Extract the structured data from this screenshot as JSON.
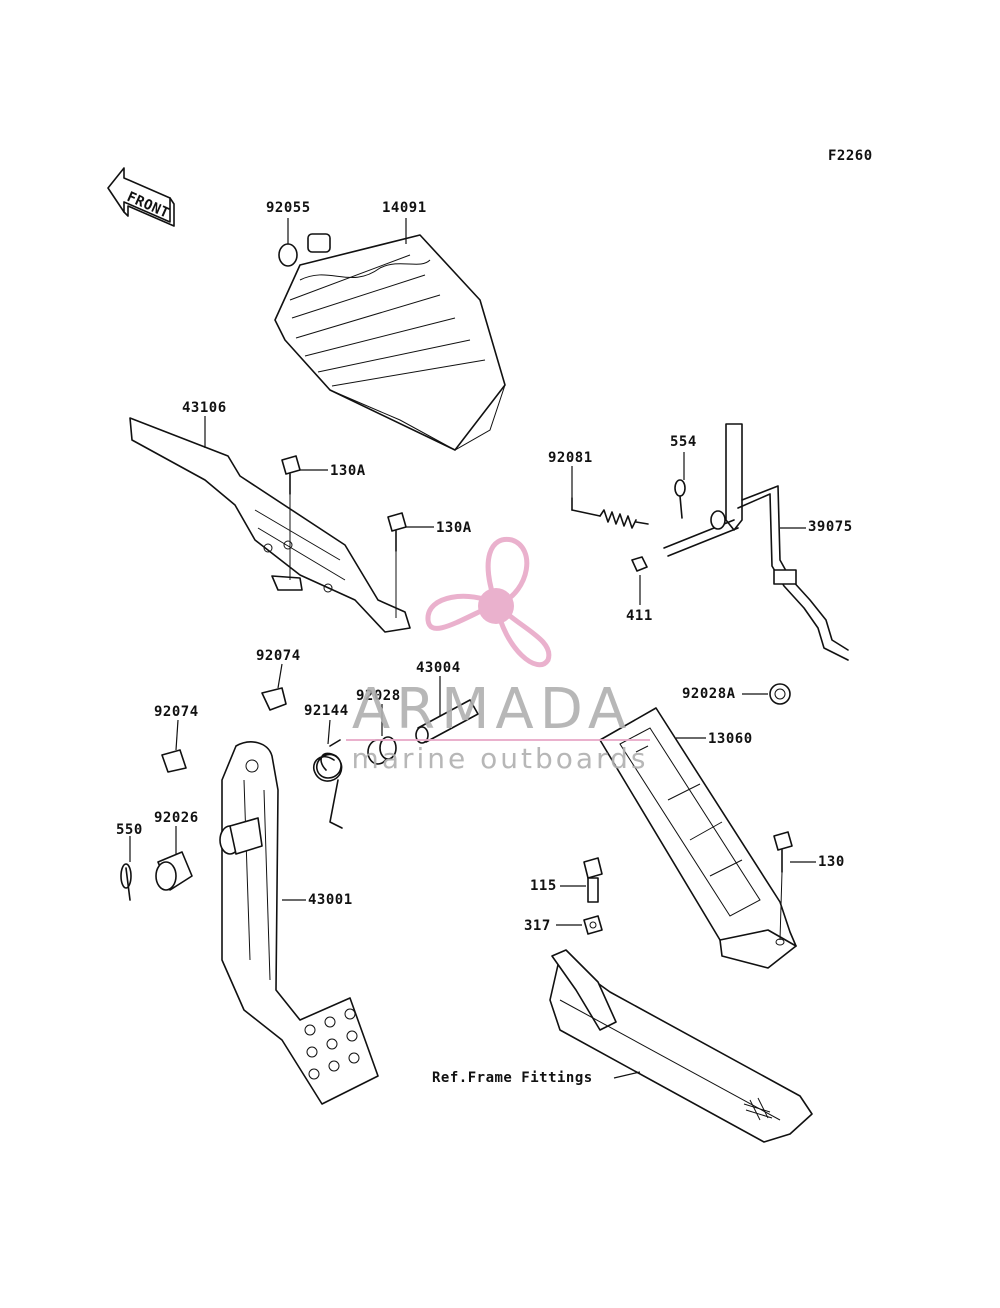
{
  "figure_code": "F2260",
  "front_label": "FRONT",
  "callouts": {
    "p92055": "92055",
    "p14091": "14091",
    "p43106": "43106",
    "p130A_1": "130A",
    "p130A_2": "130A",
    "p92081": "92081",
    "p554": "554",
    "p39075": "39075",
    "p411": "411",
    "p92074_a": "92074",
    "p43004": "43004",
    "p92028": "92028",
    "p92144": "92144",
    "p92074_b": "92074",
    "p92028A": "92028A",
    "p13060": "13060",
    "p550": "550",
    "p92026": "92026",
    "p130": "130",
    "p115": "115",
    "p43001": "43001",
    "p317": "317",
    "ref_frame": "Ref.Frame Fittings"
  },
  "watermark": {
    "brand": "ARMADA",
    "tagline": "marine outboards",
    "color": "#e8a9c8"
  }
}
